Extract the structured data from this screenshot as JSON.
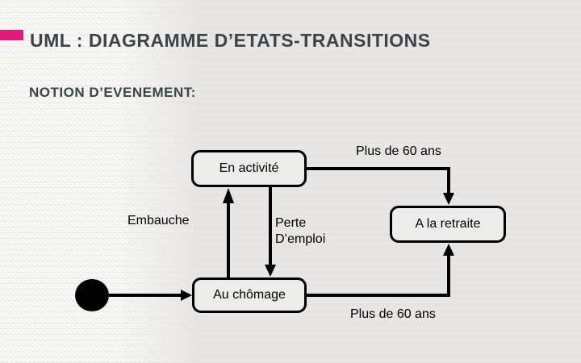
{
  "slide": {
    "title": "UML : DIAGRAMME D’ETATS-TRANSITIONS",
    "subtitle": "NOTION D’EVENEMENT:",
    "colors": {
      "accent_pink": "#e01a7d",
      "heading_text": "#3b4449",
      "diagram_ink": "#000000",
      "background_gray": "#e7e6e4"
    }
  },
  "diagram": {
    "type": "uml-state-diagram",
    "initial_state": {
      "shape": "filled-circle"
    },
    "states": [
      {
        "id": "en-activite",
        "label": "En activité"
      },
      {
        "id": "a-la-retraite",
        "label": "A la retraite"
      },
      {
        "id": "au-chomage",
        "label": "Au chômage"
      }
    ],
    "transitions": [
      {
        "from": "initial",
        "to": "Au chômage",
        "label": ""
      },
      {
        "from": "En activité",
        "to": "A la retraite",
        "label": "Plus de 60 ans"
      },
      {
        "from": "Au chômage",
        "to": "En activité",
        "label": "Embauche"
      },
      {
        "from": "En activité",
        "to": "Au chômage",
        "label": "Perte\nD’emploi"
      },
      {
        "from": "Au chômage",
        "to": "A la retraite",
        "label": "Plus de 60 ans"
      }
    ]
  }
}
